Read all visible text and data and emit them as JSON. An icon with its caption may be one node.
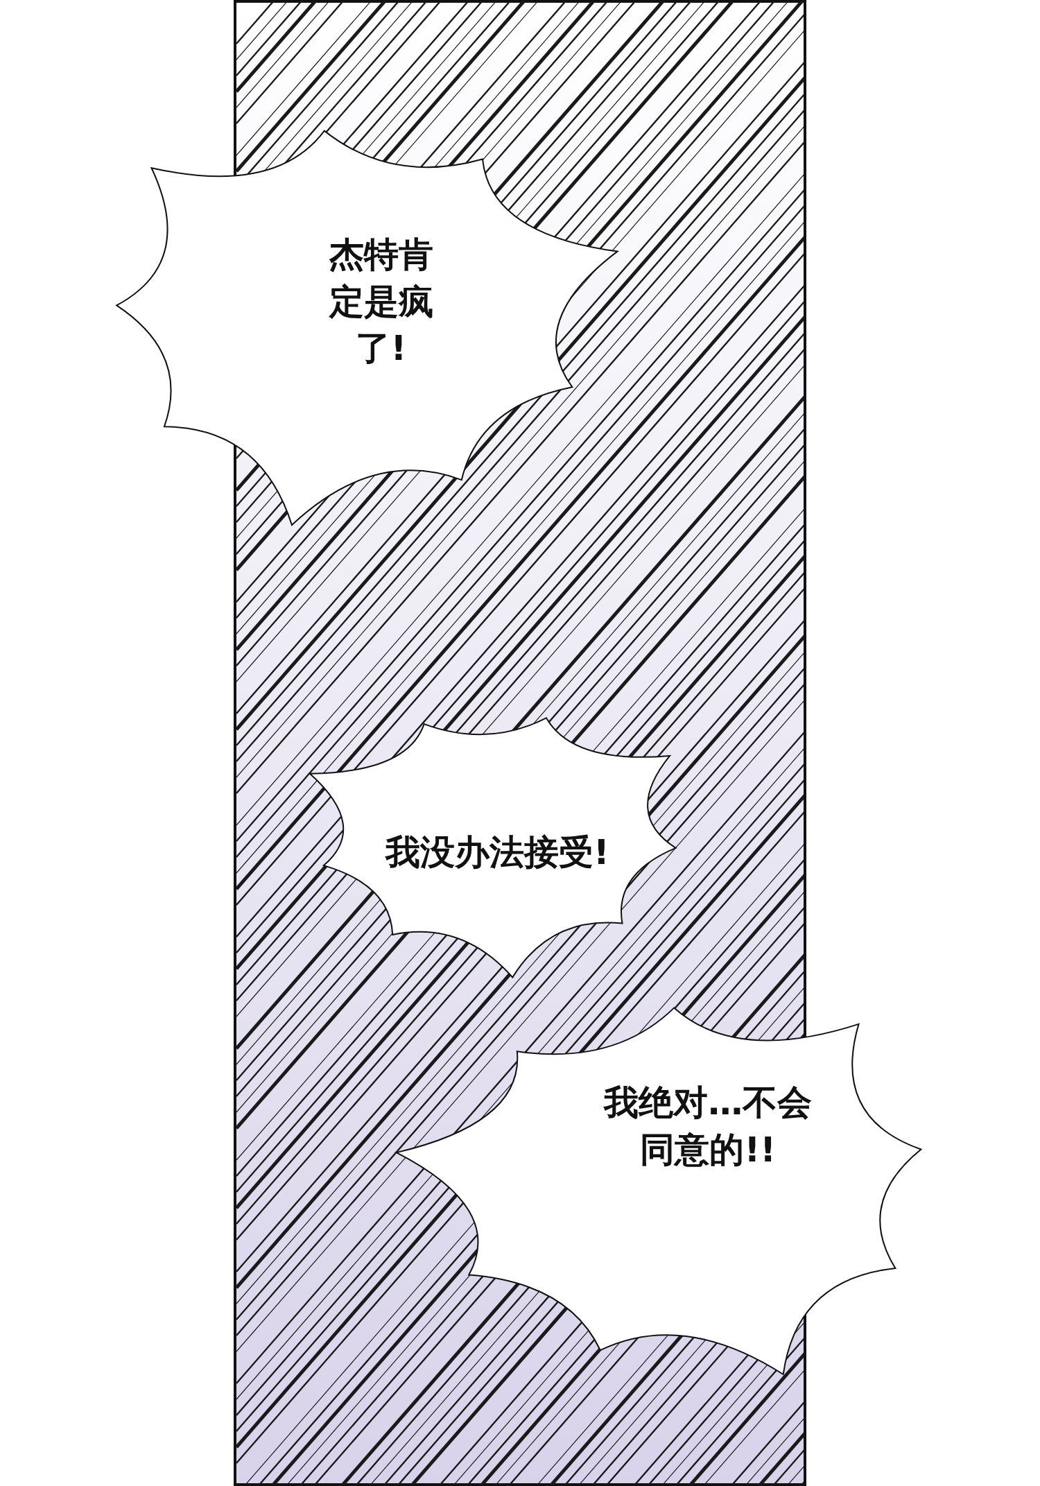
{
  "diagram": {
    "nodes": [
      {
        "text": [
          "杰特肯定是疯了!"
        ]
      },
      {
        "text": [
          "我没办法接受!"
        ]
      },
      {
        "text": [
          "我绝对…不会同意的!!"
        ]
      }
    ]
  }
}
